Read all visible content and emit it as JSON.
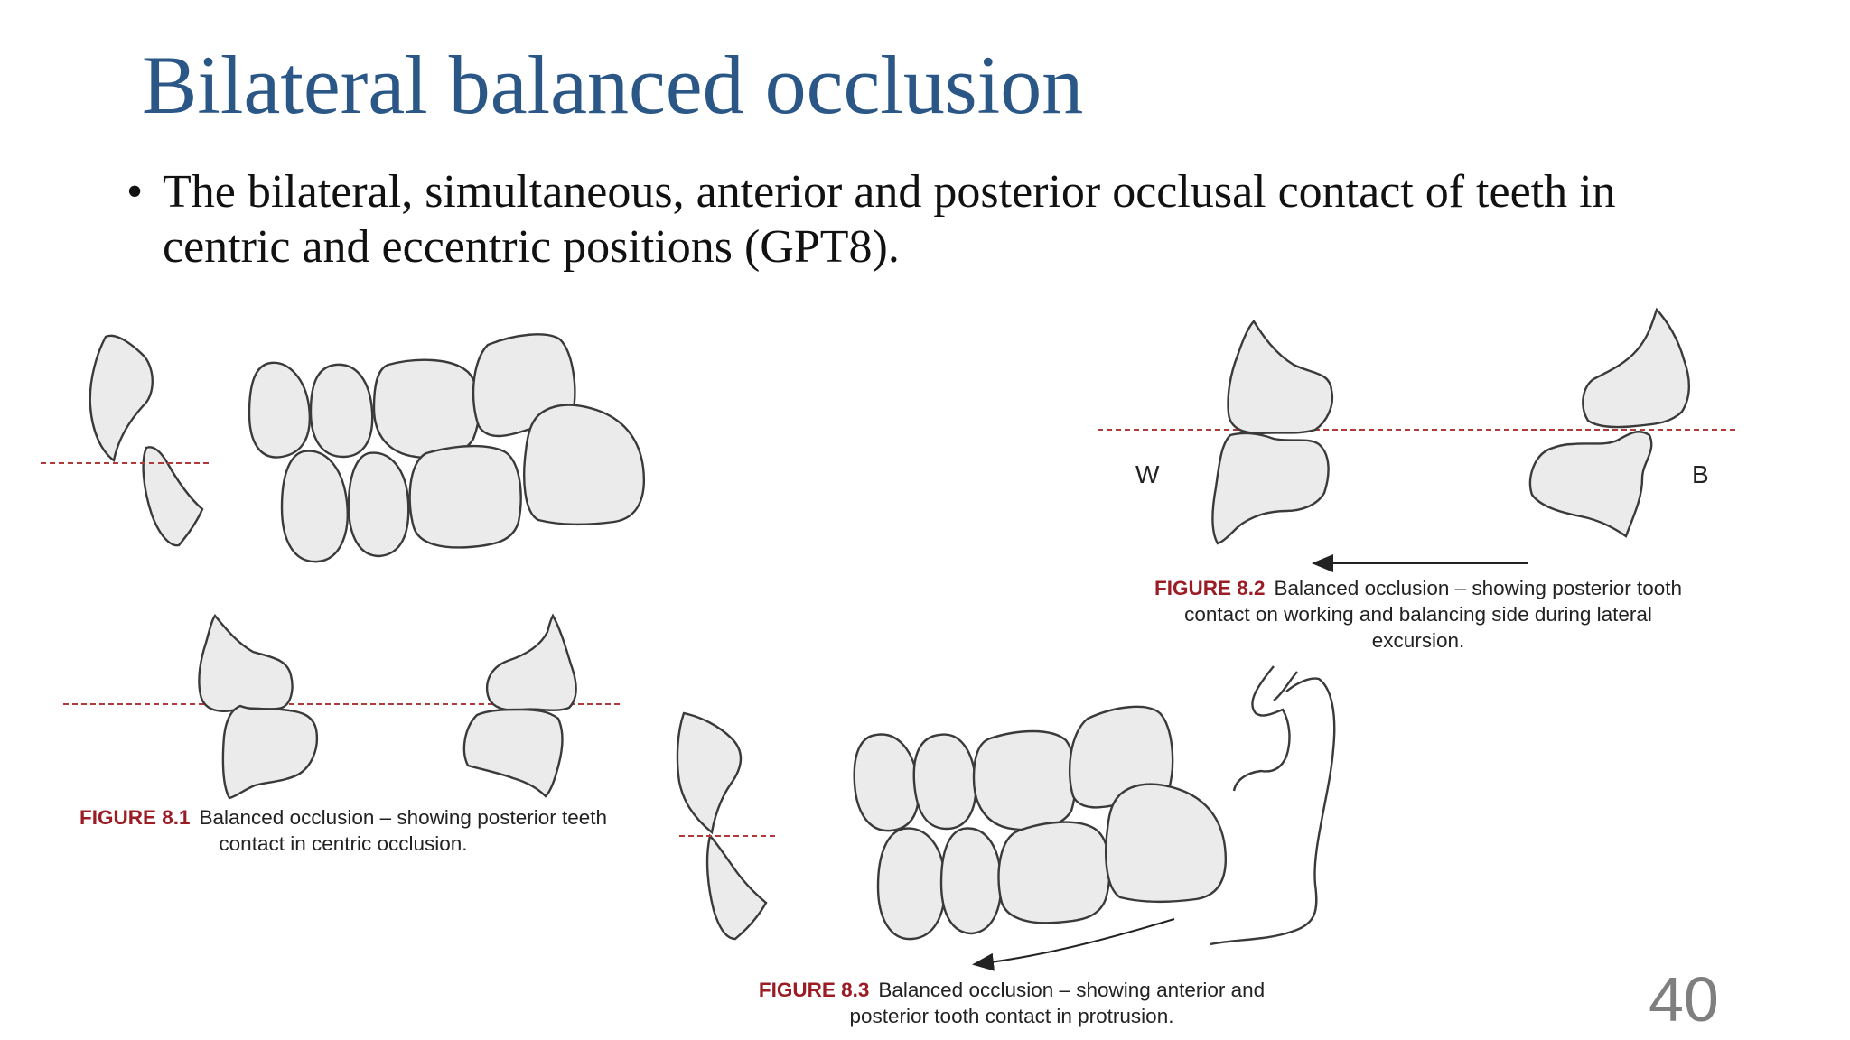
{
  "slide": {
    "title": "Bilateral balanced occlusion",
    "bullet_symbol": "•",
    "bullet": "The bilateral, simultaneous, anterior and posterior occlusal contact of teeth in centric and eccentric positions (GPT8).",
    "page_number": "40"
  },
  "figures": {
    "fig1": {
      "label": "FIGURE 8.1",
      "caption_line1": "Balanced occlusion – showing posterior teeth",
      "caption_line2": "contact in centric occlusion."
    },
    "fig2": {
      "label": "FIGURE 8.2",
      "caption_line1": "Balanced occlusion – showing posterior tooth",
      "caption_line2": "contact on working and balancing side during lateral",
      "caption_line3": "excursion.",
      "working_label": "W",
      "balancing_label": "B"
    },
    "fig3": {
      "label": "FIGURE 8.3",
      "caption_line1": "Balanced occlusion – showing anterior and",
      "caption_line2": "posterior tooth contact in protrusion."
    }
  },
  "colors": {
    "title": "#2b5787",
    "figure_label": "#9b1c24",
    "reference_line": "#b03a3a",
    "tooth_fill": "#ebebeb",
    "tooth_outline": "#3a3a3a",
    "page_number": "#7f7f7f"
  }
}
